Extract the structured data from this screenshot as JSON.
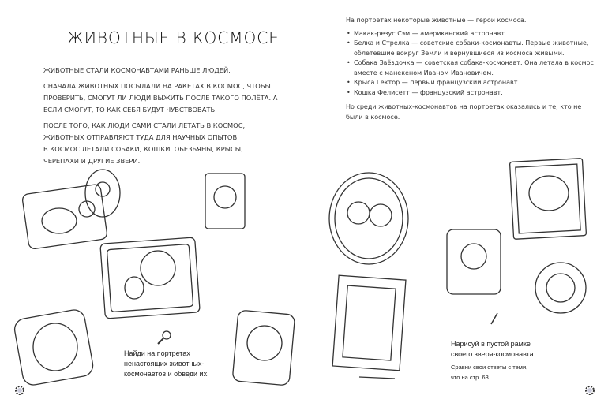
{
  "left_page": {
    "title": "Животные в космосе",
    "paragraphs": [
      "Животные стали космонавтами раньше людей.",
      "Сначала животных посылали на ракетах в космос, чтобы проверить, смогут ли люди выжить после такого полёта. А если смогут, то как себя будут чувствовать.",
      "После того, как люди сами стали летать в космос, животных отправляют туда для научных опытов.",
      "В космос летали собаки, кошки, обезьяны, крысы, черепахи и другие звери."
    ],
    "caption": [
      "Найди на портретах",
      "ненастоящих животных-",
      "космонавтов и обведи их."
    ]
  },
  "right_page": {
    "intro": "На портретах некоторые животные — герои космоса.",
    "list": [
      "Макак-резус Сэм — американский астронавт.",
      "Белка и Стрелка — советские собаки-космонавты. Первые животные, облетевшие вокруг Земли и вернувшиеся из космоса живыми.",
      "Собака Звёздочка — советская собака-космонавт. Она летала в космос вместе с манекеном Иваном Ивановичем.",
      "Крыса Гектор — первый французский астронавт.",
      "Кошка Фелисетт — французский астронавт."
    ],
    "outro": "Но среди животных-космонавтов на портретах оказались и те, кто не были в космосе.",
    "caption": [
      "Нарисуй в пустой рамке",
      "своего зверя-космонавта."
    ],
    "note": [
      "Сравни свои ответы с теми,",
      "что на стр. 63."
    ]
  }
}
